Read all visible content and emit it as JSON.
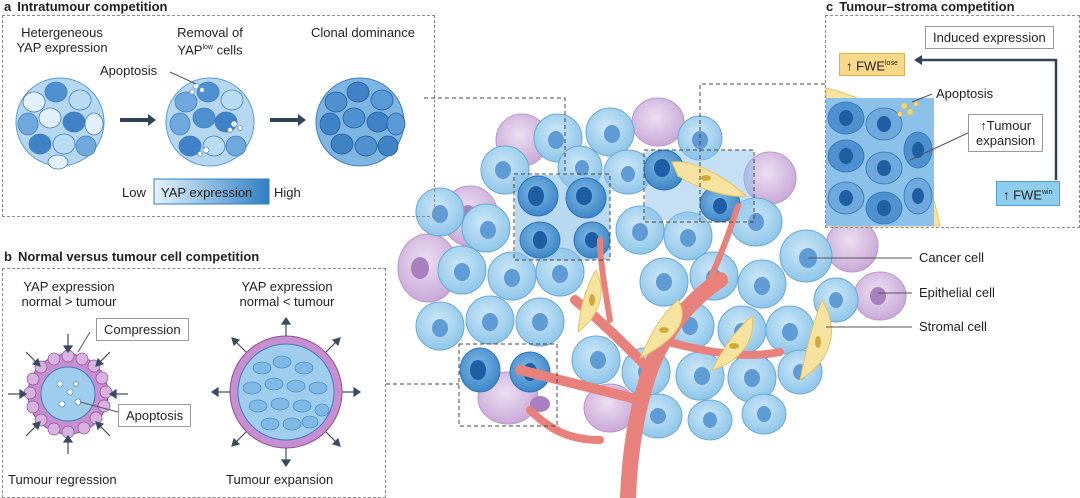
{
  "panel_a": {
    "letter": "a",
    "title": "Intratumour competition",
    "col1_line1": "Hetergeneous",
    "col1_line2": "YAP expression",
    "col2_line1": "Removal of",
    "col2_line2_pre": "YAP",
    "col2_line2_sup": "low",
    "col2_line2_post": " cells",
    "col3": "Clonal dominance",
    "apoptosis": "Apoptosis",
    "scale_low": "Low",
    "scale_mid": "YAP expression",
    "scale_high": "High"
  },
  "panel_b": {
    "letter": "b",
    "title": "Normal versus tumour cell competition",
    "left_line1": "YAP expression",
    "left_line2": "normal > tumour",
    "right_line1": "YAP expression",
    "right_line2": "normal < tumour",
    "compression": "Compression",
    "apoptosis": "Apoptosis",
    "left_caption": "Tumour regression",
    "right_caption": "Tumour expansion"
  },
  "panel_c": {
    "letter": "c",
    "title": "Tumour–stroma competition",
    "induced": "Induced expression",
    "fwe_lose_pre": "↑ FWE",
    "fwe_lose_sup": "lose",
    "apoptosis": "Apoptosis",
    "tumour_line1": "↑Tumour",
    "tumour_line2": "expansion",
    "fwe_win_pre": "↑ FWE",
    "fwe_win_sup": "win"
  },
  "legend": {
    "cancer": "Cancer cell",
    "epithelial": "Epithelial cell",
    "stromal": "Stromal cell"
  },
  "colors": {
    "cancer_fill": "#a9d3ee",
    "cancer_nucleus": "#4f8fd0",
    "epithelial_fill": "#d9c3e3",
    "stromal_fill": "#f6e3a0",
    "vessel": "#e8817c",
    "fwe_lose_bg": "#f8d98b",
    "fwe_win_bg": "#8fcdee"
  }
}
